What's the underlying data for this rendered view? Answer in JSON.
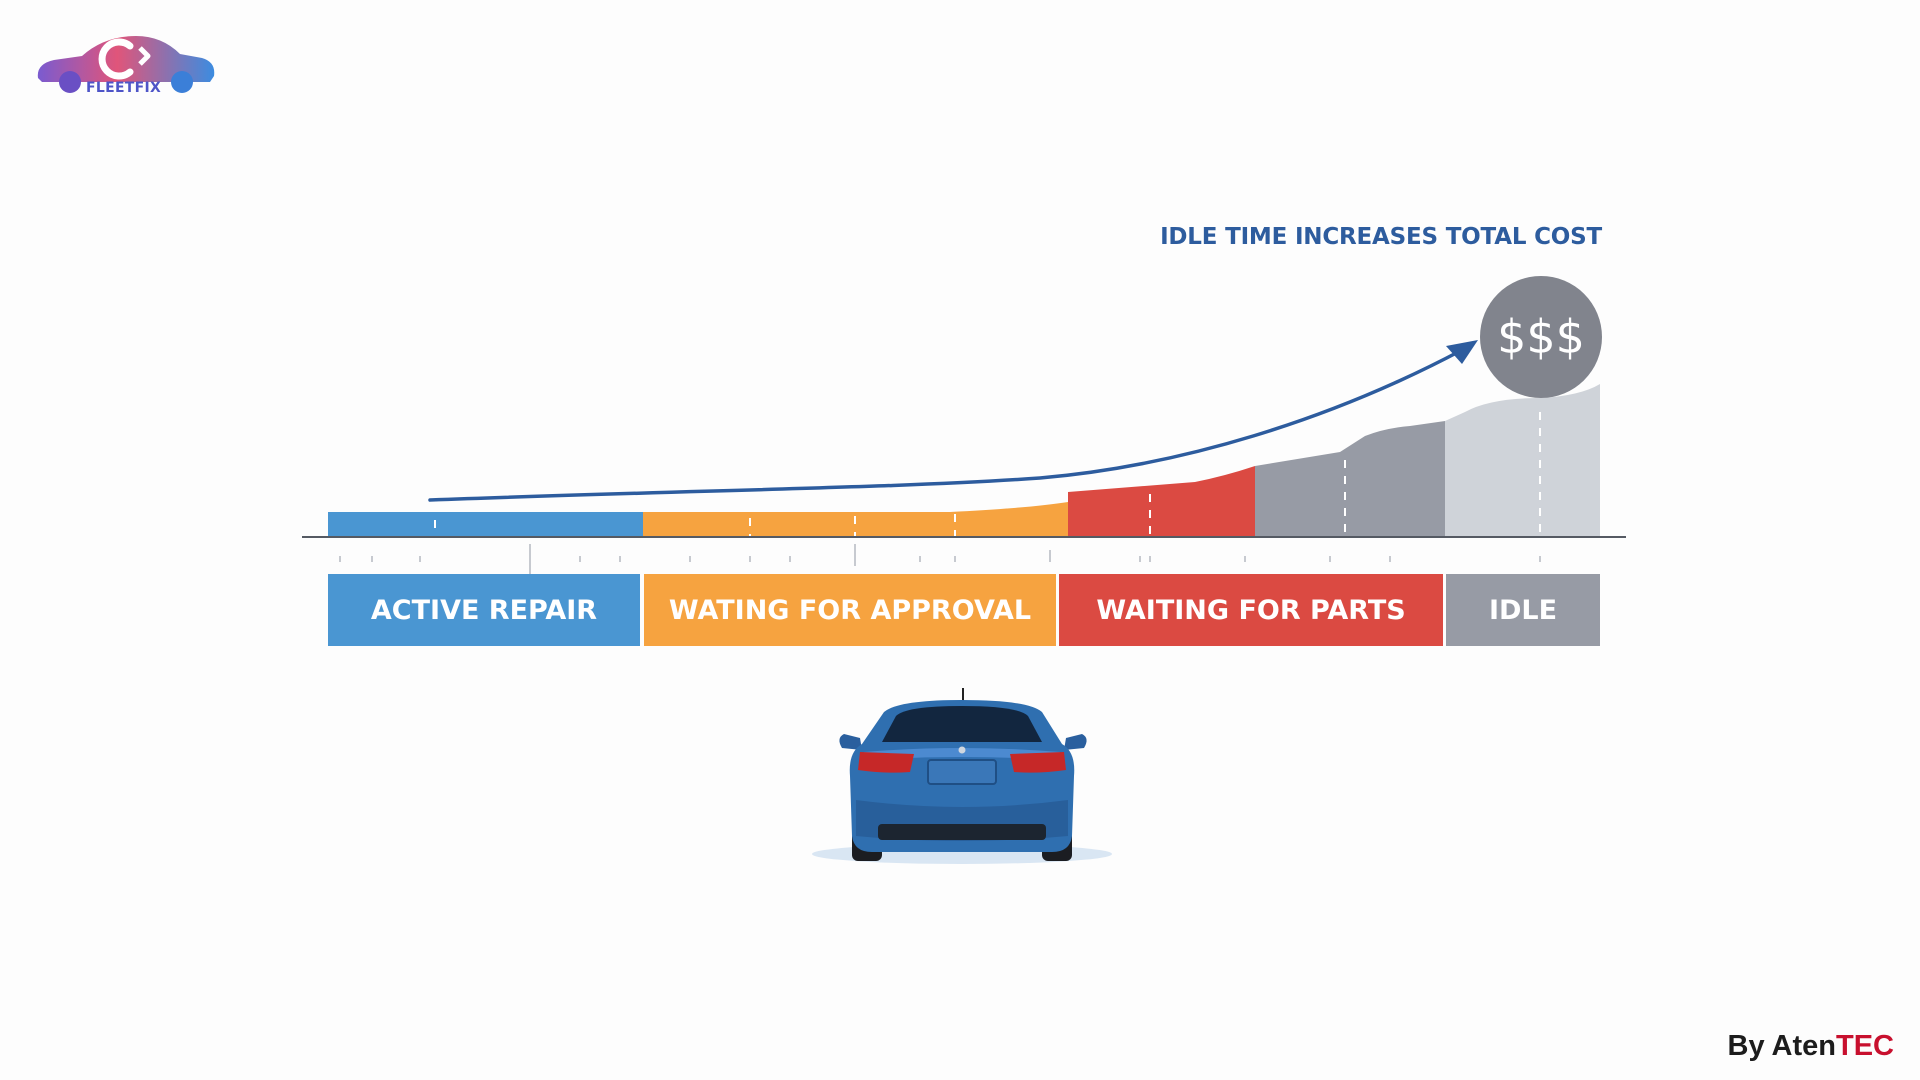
{
  "logo": {
    "text": "FLEETFIX",
    "icon": "car-wrench-logo-icon"
  },
  "headline": "IDLE TIME INCREASES TOTAL COST",
  "cost_badge": {
    "text": "$$$",
    "icon": "cost-badge-icon"
  },
  "phases": [
    {
      "label": "ACTIVE REPAIR",
      "color": "#4a96d2"
    },
    {
      "label": "WATING FOR APPROVAL",
      "color": "#f6a340"
    },
    {
      "label": "WAITING FOR PARTS",
      "color": "#db4a42"
    },
    {
      "label": "IDLE",
      "color": "#979ba5"
    }
  ],
  "car": {
    "icon": "blue-sedan-rear-icon",
    "color": "#2f6fb0"
  },
  "credit": {
    "prefix": "By Aten",
    "brand": "TEC",
    "brand_color": "#c8102e"
  },
  "colors": {
    "arrow": "#2d5c9e",
    "axis": "#555a63",
    "idle_area": "#cfd3d9"
  }
}
